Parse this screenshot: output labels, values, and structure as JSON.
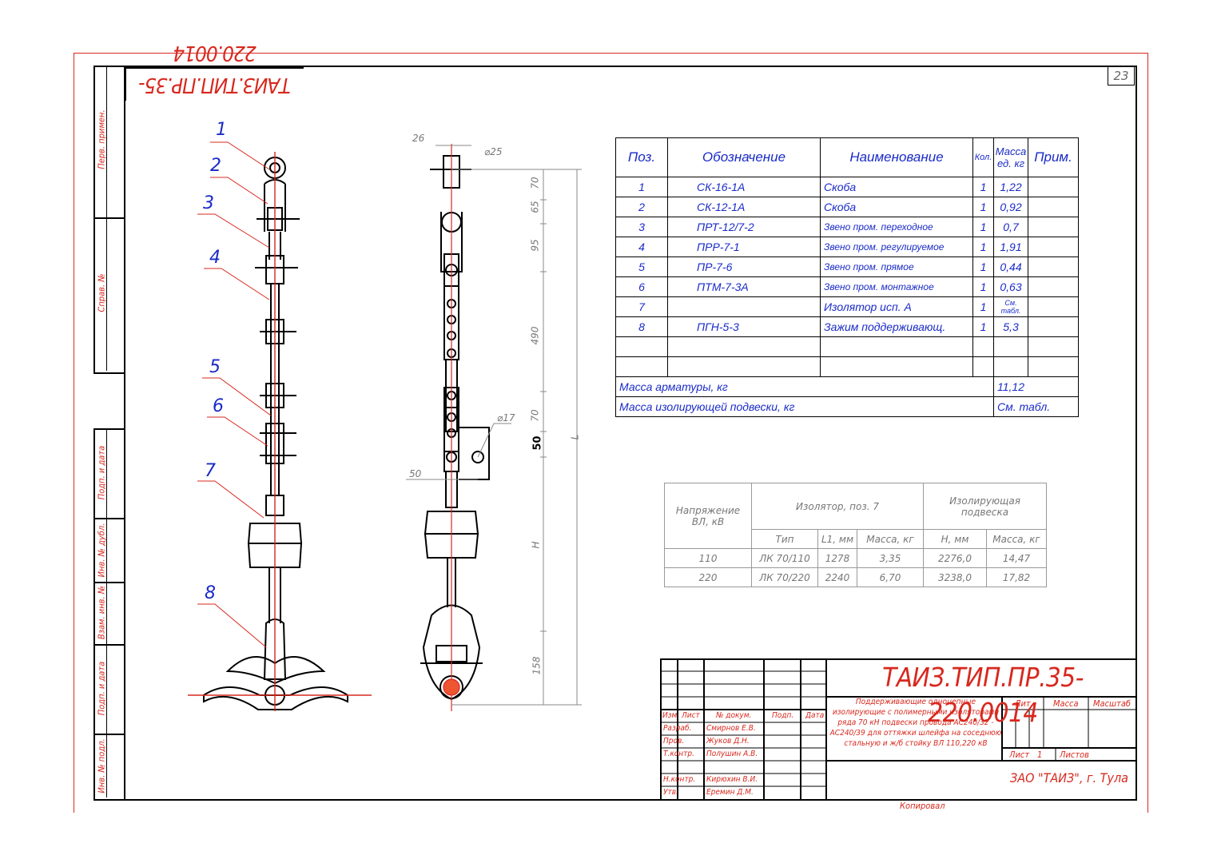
{
  "page_number": "23",
  "drawing_code_mirrored": "ТАИЗ.ТИП.ПР.35-220.0014",
  "side_labels": [
    "Перв. примен.",
    "Справ. №",
    "Подп. и дата",
    "Инв. № дубл.",
    "Взам. инв. №",
    "Подп. и дата",
    "Инв. № подл."
  ],
  "callouts": [
    "1",
    "2",
    "3",
    "4",
    "5",
    "6",
    "7",
    "8"
  ],
  "dimensions": {
    "top_width": "26",
    "pin_dia": "⌀25",
    "d70a": "70",
    "d65": "65",
    "d95": "95",
    "d490": "490",
    "d70b": "70",
    "d50v": "50",
    "dL": "L",
    "dH": "H",
    "d158": "158",
    "hole_dia": "⌀17",
    "d50h": "50"
  },
  "spec_table": {
    "headers": {
      "pos": "Поз.",
      "designation": "Обозначение",
      "name": "Наименование",
      "qty": "Кол.",
      "mass": "Масса ед. кг",
      "note": "Прим."
    },
    "rows": [
      {
        "pos": "1",
        "designation": "СК-16-1А",
        "name": "Скоба",
        "qty": "1",
        "mass": "1,22"
      },
      {
        "pos": "2",
        "designation": "СК-12-1А",
        "name": "Скоба",
        "qty": "1",
        "mass": "0,92"
      },
      {
        "pos": "3",
        "designation": "ПРТ-12/7-2",
        "name": "Звено пром. переходное",
        "qty": "1",
        "mass": "0,7"
      },
      {
        "pos": "4",
        "designation": "ПРР-7-1",
        "name": "Звено пром. регулируемое",
        "qty": "1",
        "mass": "1,91"
      },
      {
        "pos": "5",
        "designation": "ПР-7-6",
        "name": "Звено пром. прямое",
        "qty": "1",
        "mass": "0,44"
      },
      {
        "pos": "6",
        "designation": "ПТМ-7-3А",
        "name": "Звено пром. монтажное",
        "qty": "1",
        "mass": "0,63"
      },
      {
        "pos": "7",
        "designation": "",
        "name": "Изолятор исп. А",
        "qty": "1",
        "mass": "См. табл."
      },
      {
        "pos": "8",
        "designation": "ПГН-5-3",
        "name": "Зажим поддерживающ.",
        "qty": "1",
        "mass": "5,3"
      }
    ],
    "armature_mass_label": "Масса арматуры, кг",
    "armature_mass_value": "11,12",
    "suspension_mass_label": "Масса изолирующей подвески, кг",
    "suspension_mass_value": "См. табл."
  },
  "insulator_table": {
    "h_voltage": "Напряжение ВЛ, кВ",
    "h_insulator": "Изолятор, поз. 7",
    "h_suspension": "Изолирующая подвеска",
    "sub": [
      "Тип",
      "L1, мм",
      "Масса, кг",
      "Н, мм",
      "Масса, кг"
    ],
    "rows": [
      [
        "110",
        "ЛК 70/110",
        "1278",
        "3,35",
        "2276,0",
        "14,47"
      ],
      [
        "220",
        "ЛК 70/220",
        "2240",
        "6,70",
        "3238,0",
        "17,82"
      ]
    ]
  },
  "title_block": {
    "code": "ТАИЗ.ТИП.ПР.35-220.0014",
    "description": "Поддерживающие одноцепные изолирующие с полимерными изоляторами ряда 70 кН подвески провода АС240/32 - АС240/39 для оттяжки шлейфа на соседнюю стальную и ж/б стойку ВЛ 110,220 кВ",
    "col_izm": "Изм",
    "col_list": "Лист",
    "col_doc": "№ докум.",
    "col_podp": "Подп.",
    "col_data": "Дата",
    "roles": [
      {
        "role": "Разраб.",
        "name": "Смирнов Е.В."
      },
      {
        "role": "Пров.",
        "name": "Жуков Д.Н."
      },
      {
        "role": "Т.контр.",
        "name": "Полушин А.В."
      },
      {
        "role": "",
        "name": ""
      },
      {
        "role": "Н.контр.",
        "name": "Кирюхин В.И."
      },
      {
        "role": "Утв.",
        "name": "Еремин Д.М."
      }
    ],
    "lit": "Лит.",
    "massa": "Масса",
    "masshtab": "Масштаб",
    "sheet": "Лист",
    "sheet_no": "1",
    "sheets": "Листов",
    "company": "ЗАО \"ТАИЗ\", г. Тула",
    "copied": "Копировал"
  },
  "colors": {
    "frame_red": "#d8281e",
    "spec_blue": "#1a2bc7",
    "ink": "#000000"
  }
}
